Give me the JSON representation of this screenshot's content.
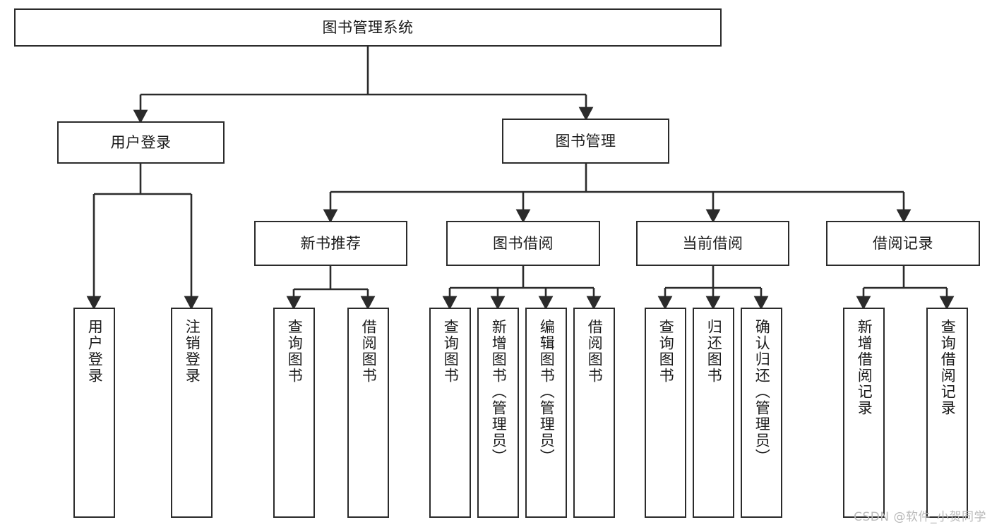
{
  "diagram": {
    "title": "图书管理系统",
    "type": "tree",
    "colors": {
      "stroke": "#2b2b2b",
      "fill": "#ffffff",
      "text": "#1b1b1b",
      "watermark": "#b9b9b9"
    },
    "nodes": {
      "root": {
        "label": "图书管理系统"
      },
      "level1": [
        {
          "label": "用户登录"
        },
        {
          "label": "图书管理"
        }
      ],
      "level2": [
        {
          "label": "新书推荐"
        },
        {
          "label": "图书借阅"
        },
        {
          "label": "当前借阅"
        },
        {
          "label": "借阅记录"
        }
      ],
      "leaves": {
        "user_login": [
          {
            "label": "用户登录"
          },
          {
            "label": "注销登录"
          }
        ],
        "new_book": [
          {
            "label": "查询图书"
          },
          {
            "label": "借阅图书"
          }
        ],
        "book_borrow": [
          {
            "label": "查询图书"
          },
          {
            "label": "新增图书（管理员）"
          },
          {
            "label": "编辑图书（管理员）"
          },
          {
            "label": "借阅图书"
          }
        ],
        "current_borrow": [
          {
            "label": "查询图书"
          },
          {
            "label": "归还图书"
          },
          {
            "label": "确认归还（管理员）"
          }
        ],
        "borrow_record": [
          {
            "label": "新增借阅记录"
          },
          {
            "label": "查询借阅记录"
          }
        ]
      }
    },
    "watermark": "CSDN @软件_小贺同学"
  }
}
